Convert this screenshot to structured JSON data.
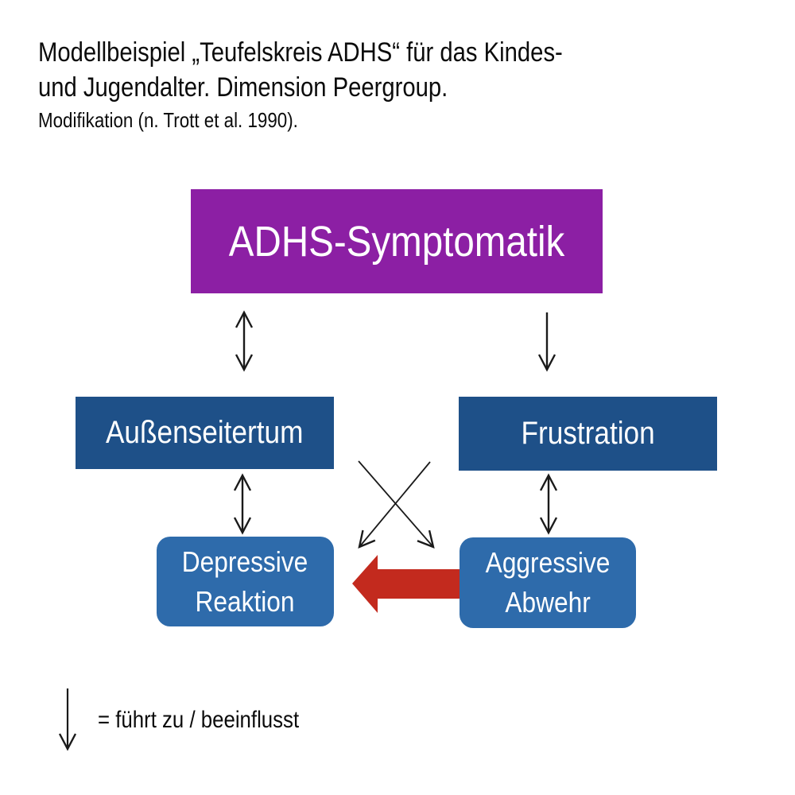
{
  "header": {
    "title_line1": "Modellbeispiel „Teufelskreis ADHS“ für das Kindes-",
    "title_line2": "und Jugendalter. Dimension Peergroup.",
    "subtitle": "Modifikation (n. Trott et al. 1990)."
  },
  "diagram": {
    "nodes": {
      "adhs_symptomatik": {
        "label": "ADHS-Symptomatik",
        "color": "#8C1FA4",
        "text_color": "#ffffff",
        "shape": "rectangle"
      },
      "aussenseitertum": {
        "label": "Außenseitertum",
        "color": "#1E5088",
        "text_color": "#ffffff",
        "shape": "rectangle"
      },
      "frustration": {
        "label": "Frustration",
        "color": "#1E5088",
        "text_color": "#ffffff",
        "shape": "rectangle"
      },
      "depressive_reaktion": {
        "label": "Depressive\nReaktion",
        "color": "#2E6BAB",
        "text_color": "#ffffff",
        "shape": "rounded-rectangle"
      },
      "aggressive_abwehr": {
        "label": "Aggressive\nAbwehr",
        "color": "#2E6BAB",
        "text_color": "#ffffff",
        "shape": "rounded-rectangle"
      }
    },
    "edges": [
      {
        "from": "adhs_symptomatik",
        "to": "aussenseitertum",
        "type": "bidirectional"
      },
      {
        "from": "adhs_symptomatik",
        "to": "frustration",
        "type": "directed"
      },
      {
        "from": "aussenseitertum",
        "to": "depressive_reaktion",
        "type": "bidirectional"
      },
      {
        "from": "frustration",
        "to": "aggressive_abwehr",
        "type": "bidirectional"
      },
      {
        "from": "aussenseitertum",
        "to": "aggressive_abwehr",
        "type": "directed-crossing"
      },
      {
        "from": "frustration",
        "to": "depressive_reaktion",
        "type": "directed-crossing"
      },
      {
        "from": "aggressive_abwehr",
        "to": "depressive_reaktion",
        "type": "directed-emphasis",
        "color": "#C32A1E"
      }
    ],
    "arrow_color": "#1a1a1a",
    "legend": {
      "label": "= führt zu / beeinflusst"
    }
  }
}
